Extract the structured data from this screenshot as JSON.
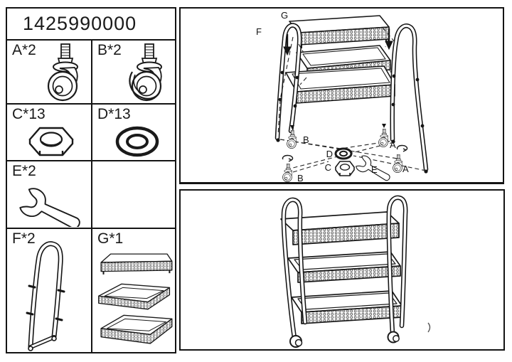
{
  "title": "1425990000",
  "parts": {
    "a": {
      "code": "A*2"
    },
    "b": {
      "code": "B*2"
    },
    "c": {
      "code": "C*13"
    },
    "d": {
      "code": "D*13"
    },
    "e": {
      "code": "E*2"
    },
    "f": {
      "code": "F*2"
    },
    "g": {
      "code": "G*1"
    }
  },
  "exploded": {
    "g": "G",
    "f": "F",
    "b1": "B",
    "b2": "B",
    "a1": "A",
    "a2": "A",
    "d": "D",
    "c": "C",
    "e": "E"
  }
}
